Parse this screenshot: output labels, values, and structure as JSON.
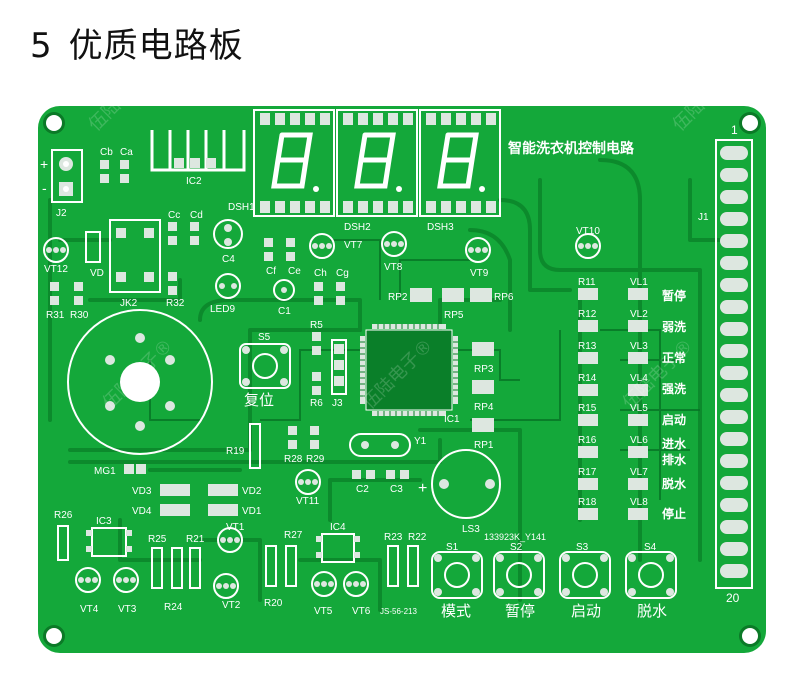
{
  "title": {
    "number": "5",
    "text": "优质电路板"
  },
  "board": {
    "title_silk": "智能洗衣机控制电路",
    "part_no": "133923K_Y141",
    "model": "JS-56-213",
    "connector_pin_first": "1",
    "connector_pin_last": "20",
    "polarity_plus": "+",
    "polarity_minus": "-",
    "reset_label": "复位",
    "watermark": "伍陆电子®",
    "labels": {
      "J1": "J1",
      "J2": "J2",
      "Cb": "Cb",
      "Ca": "Ca",
      "IC2": "IC2",
      "DSH1": "DSH1",
      "DSH2": "DSH2",
      "DSH3": "DSH3",
      "Cc": "Cc",
      "Cd": "Cd",
      "C4": "C4",
      "Cf": "Cf",
      "Ce": "Ce",
      "VT7": "VT7",
      "VT8": "VT8",
      "VT9": "VT9",
      "VT10": "VT10",
      "VT12": "VT12",
      "VD": "VD",
      "JK2": "JK2",
      "R32": "R32",
      "R31": "R31",
      "R30": "R30",
      "LED9": "LED9",
      "C1": "C1",
      "Ch": "Ch",
      "Cg": "Cg",
      "RP2": "RP2",
      "RP5": "RP5",
      "RP6": "RP6",
      "RP3": "RP3",
      "RP4": "RP4",
      "RP1": "RP1",
      "S5": "S5",
      "R5": "R5",
      "R6": "R6",
      "J3": "J3",
      "IC1": "IC1",
      "Y1": "Y1",
      "R19": "R19",
      "R28": "R28",
      "R29": "R29",
      "C2": "C2",
      "C3": "C3",
      "MG1": "MG1",
      "VT11": "VT11",
      "VD3": "VD3",
      "VD4": "VD4",
      "VD2": "VD2",
      "VD1": "VD1",
      "LS3": "LS3",
      "R26": "R26",
      "IC3": "IC3",
      "R25": "R25",
      "R21": "R21",
      "VT1": "VT1",
      "R27": "R27",
      "IC4": "IC4",
      "R23": "R23",
      "R22": "R22",
      "VT4": "VT4",
      "VT3": "VT3",
      "R24": "R24",
      "VT2": "VT2",
      "R20": "R20",
      "VT5": "VT5",
      "VT6": "VT6",
      "S1": "S1",
      "S2": "S2",
      "S3": "S3",
      "S4": "S4",
      "R11": "R11",
      "R12": "R12",
      "R13": "R13",
      "R14": "R14",
      "R15": "R15",
      "R16": "R16",
      "R17": "R17",
      "R18": "R18",
      "VL1": "VL1",
      "VL2": "VL2",
      "VL3": "VL3",
      "VL4": "VL4",
      "VL5": "VL5",
      "VL6": "VL6",
      "VL7": "VL7",
      "VL8": "VL8"
    },
    "status_labels": [
      "暂停",
      "弱洗",
      "正常",
      "强洗",
      "启动",
      "进水",
      "排水",
      "脱水",
      "停止"
    ],
    "button_labels": [
      "模式",
      "暂停",
      "启动",
      "脱水"
    ]
  },
  "colors": {
    "board": "#14a83a",
    "trace": "#0c8a2c",
    "trace_dark": "#077425",
    "pad": "#dde7e0",
    "silk": "#ffffff",
    "hole": "#ffffff"
  }
}
